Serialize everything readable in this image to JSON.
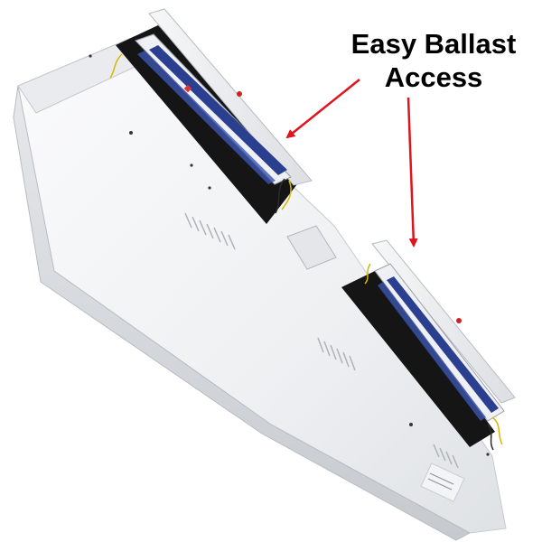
{
  "callout": {
    "line1": "Easy Ballast",
    "line2": "Access"
  },
  "colors": {
    "fixture_body": "#f4f5f6",
    "fixture_shadow": "#c9ccd0",
    "ballast_blue": "#2a3f8f",
    "ballast_white": "#eef0f4",
    "cavity_dark": "#151515",
    "arrow": "#e0141c",
    "text": "#000000"
  },
  "icons": [
    "arrow-left-pointing",
    "arrow-down-pointing"
  ]
}
